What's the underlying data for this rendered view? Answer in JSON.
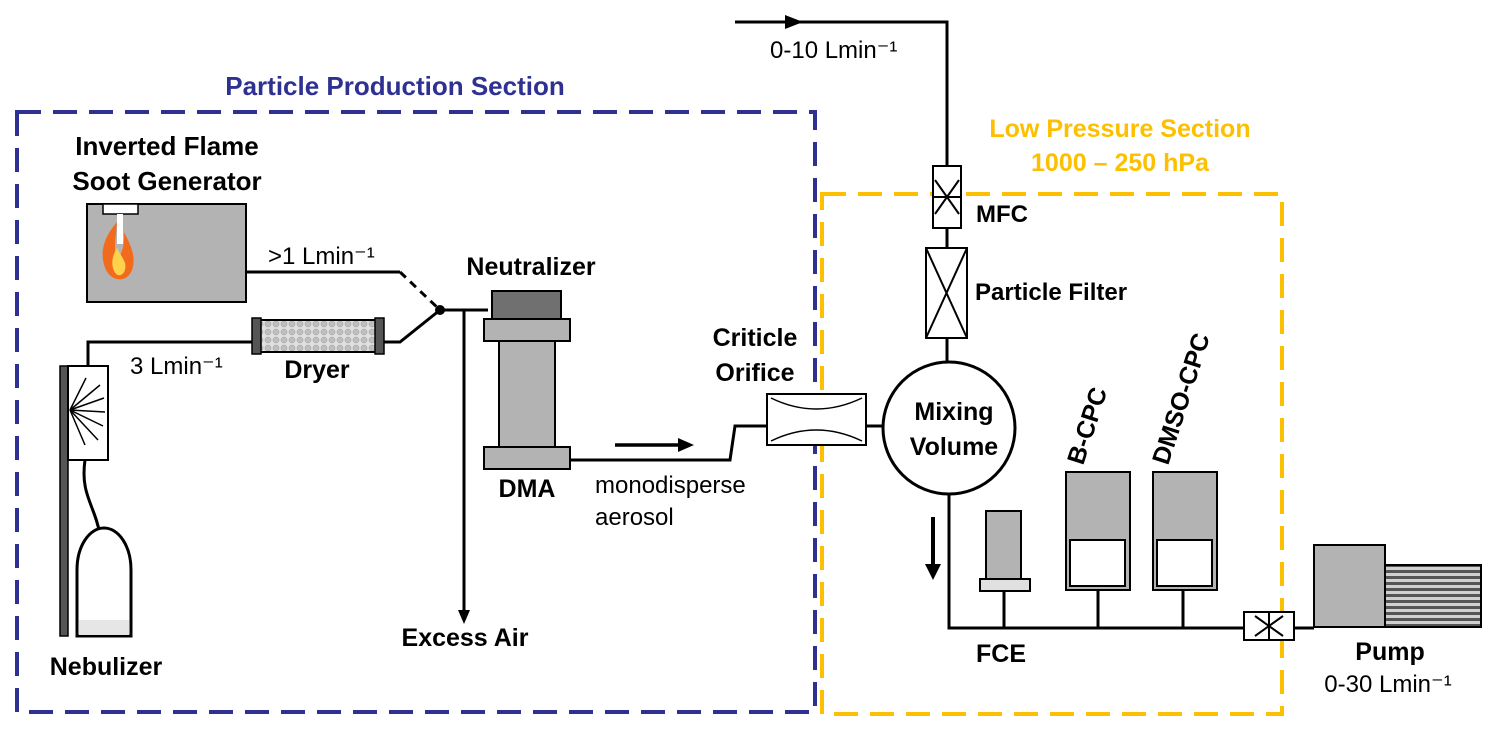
{
  "colors": {
    "particle_section": "#2e3192",
    "low_pressure_section": "#fcc000",
    "device_gray": "#b3b3b3",
    "flame_orange": "#f26b1d",
    "flame_yellow": "#ffd24d"
  },
  "sections": {
    "particle_production": {
      "title": "Particle Production Section"
    },
    "low_pressure": {
      "title_line1": "Low Pressure Section",
      "title_line2": "1000 – 250 hPa"
    }
  },
  "components": {
    "soot_generator": {
      "line1": "Inverted Flame",
      "line2": "Soot Generator",
      "icon": "flame-icon"
    },
    "nebulizer": "Nebulizer",
    "dryer": "Dryer",
    "neutralizer": "Neutralizer",
    "dma": "DMA",
    "excess_air": "Excess Air",
    "critical_orifice": {
      "line1": "Criticle",
      "line2": "Orifice"
    },
    "mixing_volume": {
      "line1": "Mixing",
      "line2": "Volume"
    },
    "mfc": "MFC",
    "particle_filter": "Particle Filter",
    "b_cpc": "B-CPC",
    "dmso_cpc": "DMSO-CPC",
    "fce": "FCE",
    "pump": "Pump"
  },
  "flows": {
    "inlet": "0-10 Lmin⁻¹",
    "soot": ">1 Lmin⁻¹",
    "nebulizer": "3 Lmin⁻¹",
    "monodisperse_line1": "monodisperse",
    "monodisperse_line2": "aerosol",
    "pump": "0-30 Lmin⁻¹"
  }
}
